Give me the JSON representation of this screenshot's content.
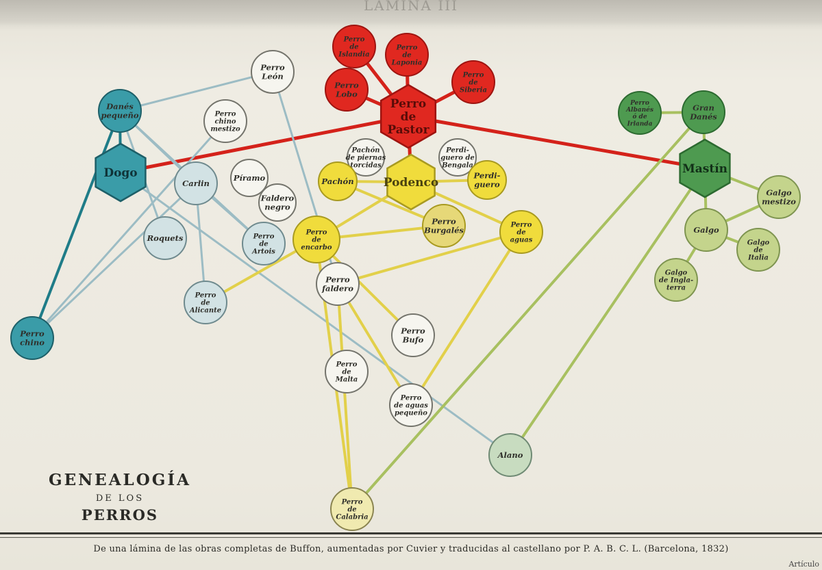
{
  "header": {
    "plate_number": "LÁMINA III"
  },
  "title": {
    "line1": "GENEALOGÍA",
    "line2": "DE LOS",
    "line3": "PERROS"
  },
  "caption": "De una lámina de las obras completas de Buffon, aumentadas por Cuvier y traducidas al castellano por P. A. B. C. L. (Barcelona, 1832)",
  "corner_text": "Artículo",
  "colors": {
    "red": "#e02820",
    "red_dark": "#9e1410",
    "yellow": "#f0dc3c",
    "yellow_dark": "#a89a20",
    "teal": "#3a9ca8",
    "teal_dark": "#1d5f68",
    "green": "#4e9a50",
    "green_dark": "#2c6a30",
    "light_green": "#c4d48c",
    "pale": "#f6f5ef",
    "pale_blue": "#d2e2e4",
    "line_red": "#d4221a",
    "line_yellow": "#e2d04a",
    "line_blue": "#9cbcc4",
    "line_teal": "#1f7c88",
    "line_green": "#a8c060"
  },
  "nodes": [
    {
      "id": "perro-pastor",
      "label": [
        "Perro",
        "de",
        "Pastor"
      ],
      "shape": "hexagon",
      "color": "red"
    },
    {
      "id": "perro-islandia",
      "label": [
        "Perro",
        "de",
        "Islandia"
      ],
      "shape": "circle",
      "color": "red"
    },
    {
      "id": "perro-laponia",
      "label": [
        "Perro",
        "de",
        "Laponia"
      ],
      "shape": "circle",
      "color": "red"
    },
    {
      "id": "perro-lobo",
      "label": [
        "Perro",
        "Lobo"
      ],
      "shape": "circle",
      "color": "red"
    },
    {
      "id": "perro-siberia",
      "label": [
        "Perro",
        "de",
        "Siberia"
      ],
      "shape": "circle",
      "color": "red"
    },
    {
      "id": "dogo",
      "label": [
        "Dogo"
      ],
      "shape": "hexagon",
      "color": "teal"
    },
    {
      "id": "danes-pequeno",
      "label": [
        "Danés",
        "pequeño"
      ],
      "shape": "circle",
      "color": "teal"
    },
    {
      "id": "perro-chino",
      "label": [
        "Perro",
        "chino"
      ],
      "shape": "circle",
      "color": "teal"
    },
    {
      "id": "perro-leon",
      "label": [
        "Perro",
        "León"
      ],
      "shape": "circle",
      "color": "pale"
    },
    {
      "id": "perro-chino-mestizo",
      "label": [
        "Perro",
        "chino",
        "mestizo"
      ],
      "shape": "circle",
      "color": "pale"
    },
    {
      "id": "carlin",
      "label": [
        "Carlin"
      ],
      "shape": "circle",
      "color": "pale_blue"
    },
    {
      "id": "roquets",
      "label": [
        "Roquets"
      ],
      "shape": "circle",
      "color": "pale_blue"
    },
    {
      "id": "piramo",
      "label": [
        "Píramo"
      ],
      "shape": "circle",
      "color": "pale"
    },
    {
      "id": "faldero-negro",
      "label": [
        "Faldero",
        "negro"
      ],
      "shape": "circle",
      "color": "pale"
    },
    {
      "id": "perro-artois",
      "label": [
        "Perro",
        "de",
        "Artois"
      ],
      "shape": "circle",
      "color": "pale_blue"
    },
    {
      "id": "perro-alicante",
      "label": [
        "Perro",
        "de",
        "Alicante"
      ],
      "shape": "circle",
      "color": "pale_blue"
    },
    {
      "id": "podenco",
      "label": [
        "Podenco"
      ],
      "shape": "hexagon",
      "color": "yellow"
    },
    {
      "id": "pachon-piernas",
      "label": [
        "Pachón",
        "de piernas",
        "torcidas"
      ],
      "shape": "circle",
      "color": "pale"
    },
    {
      "id": "perdiguero-bengala",
      "label": [
        "Perdi-",
        "guero de",
        "Bengala"
      ],
      "shape": "circle",
      "color": "pale"
    },
    {
      "id": "pachon",
      "label": [
        "Pachón"
      ],
      "shape": "circle",
      "color": "yellow"
    },
    {
      "id": "perdiguero",
      "label": [
        "Perdi-",
        "guero"
      ],
      "shape": "circle",
      "color": "yellow"
    },
    {
      "id": "perro-burgales",
      "label": [
        "Perro",
        "Burgalés"
      ],
      "shape": "circle",
      "color": "yellow_soft"
    },
    {
      "id": "perro-encarbo",
      "label": [
        "Perro",
        "de",
        "encarbo"
      ],
      "shape": "circle",
      "color": "yellow"
    },
    {
      "id": "perro-aguas",
      "label": [
        "Perro",
        "de",
        "aguas"
      ],
      "shape": "circle",
      "color": "yellow"
    },
    {
      "id": "perro-faldero",
      "label": [
        "Perro",
        "faldero"
      ],
      "shape": "circle",
      "color": "pale"
    },
    {
      "id": "perro-bufo",
      "label": [
        "Perro",
        "Bufo"
      ],
      "shape": "circle",
      "color": "pale"
    },
    {
      "id": "perro-malta",
      "label": [
        "Perro",
        "de",
        "Malta"
      ],
      "shape": "circle",
      "color": "pale"
    },
    {
      "id": "perro-aguas-pequeno",
      "label": [
        "Perro",
        "de aguas",
        "pequeño"
      ],
      "shape": "circle",
      "color": "pale"
    },
    {
      "id": "perro-calabria",
      "label": [
        "Perro",
        "de",
        "Calabria"
      ],
      "shape": "circle",
      "color": "pale_yellow"
    },
    {
      "id": "alano",
      "label": [
        "Alano"
      ],
      "shape": "circle",
      "color": "blue_yellow"
    },
    {
      "id": "mastin",
      "label": [
        "Mastín"
      ],
      "shape": "hexagon",
      "color": "green"
    },
    {
      "id": "perro-albanes",
      "label": [
        "Perro",
        "Albanés",
        "ó de",
        "Irlanda"
      ],
      "shape": "circle",
      "color": "green"
    },
    {
      "id": "gran-danes",
      "label": [
        "Gran",
        "Danés"
      ],
      "shape": "circle",
      "color": "green"
    },
    {
      "id": "galgo-mestizo",
      "label": [
        "Galgo",
        "mestizo"
      ],
      "shape": "circle",
      "color": "light_green"
    },
    {
      "id": "galgo",
      "label": [
        "Galgo"
      ],
      "shape": "circle",
      "color": "light_green"
    },
    {
      "id": "galgo-italia",
      "label": [
        "Galgo",
        "de",
        "Italia"
      ],
      "shape": "circle",
      "color": "light_green"
    },
    {
      "id": "galgo-inglaterra",
      "label": [
        "Galgo",
        "de Ingla-",
        "terra"
      ],
      "shape": "circle",
      "color": "light_green"
    }
  ],
  "edges": [
    {
      "from": "perro-pastor",
      "to": "perro-islandia",
      "color": "line_red"
    },
    {
      "from": "perro-pastor",
      "to": "perro-laponia",
      "color": "line_red"
    },
    {
      "from": "perro-pastor",
      "to": "perro-lobo",
      "color": "line_red"
    },
    {
      "from": "perro-pastor",
      "to": "perro-siberia",
      "color": "line_red"
    },
    {
      "from": "perro-pastor",
      "to": "dogo",
      "color": "line_red"
    },
    {
      "from": "perro-pastor",
      "to": "mastin",
      "color": "line_red"
    },
    {
      "from": "perro-pastor",
      "to": "podenco",
      "color": "line_red"
    },
    {
      "from": "dogo",
      "to": "danes-pequeno",
      "color": "line_teal"
    },
    {
      "from": "danes-pequeno",
      "to": "perro-chino",
      "color": "line_teal"
    },
    {
      "from": "danes-pequeno",
      "to": "perro-leon",
      "color": "line_blue"
    },
    {
      "from": "danes-pequeno",
      "to": "carlin",
      "color": "line_blue"
    },
    {
      "from": "danes-pequeno",
      "to": "roquets",
      "color": "line_blue"
    },
    {
      "from": "danes-pequeno",
      "to": "perro-artois",
      "color": "line_blue"
    },
    {
      "from": "perro-chino",
      "to": "perro-chino-mestizo",
      "color": "line_blue"
    },
    {
      "from": "perro-chino",
      "to": "carlin",
      "color": "line_blue"
    },
    {
      "from": "dogo",
      "to": "alano",
      "color": "line_blue"
    },
    {
      "from": "carlin",
      "to": "perro-artois",
      "color": "line_blue"
    },
    {
      "from": "carlin",
      "to": "perro-alicante",
      "color": "line_blue"
    },
    {
      "from": "perro-leon",
      "to": "perro-faldero",
      "color": "line_blue"
    },
    {
      "from": "podenco",
      "to": "pachon",
      "color": "line_yellow"
    },
    {
      "from": "podenco",
      "to": "perdiguero",
      "color": "line_yellow"
    },
    {
      "from": "podenco",
      "to": "perro-encarbo",
      "color": "line_yellow"
    },
    {
      "from": "podenco",
      "to": "perro-aguas",
      "color": "line_yellow"
    },
    {
      "from": "pachon",
      "to": "perro-burgales",
      "color": "line_yellow"
    },
    {
      "from": "perro-encarbo",
      "to": "perro-burgales",
      "color": "line_yellow"
    },
    {
      "from": "perro-encarbo",
      "to": "perro-alicante",
      "color": "line_yellow"
    },
    {
      "from": "perro-encarbo",
      "to": "perro-calabria",
      "color": "line_yellow"
    },
    {
      "from": "perro-encarbo",
      "to": "perro-bufo",
      "color": "line_yellow"
    },
    {
      "from": "perro-aguas",
      "to": "perro-faldero",
      "color": "line_yellow"
    },
    {
      "from": "perro-aguas",
      "to": "perro-aguas-pequeno",
      "color": "line_yellow"
    },
    {
      "from": "perro-faldero",
      "to": "perro-aguas-pequeno",
      "color": "line_yellow"
    },
    {
      "from": "perro-faldero",
      "to": "perro-calabria",
      "color": "line_yellow"
    },
    {
      "from": "mastin",
      "to": "gran-danes",
      "color": "line_green"
    },
    {
      "from": "perro-albanes",
      "to": "gran-danes",
      "color": "line_green"
    },
    {
      "from": "mastin",
      "to": "galgo",
      "color": "line_green"
    },
    {
      "from": "mastin",
      "to": "galgo-mestizo",
      "color": "line_green"
    },
    {
      "from": "galgo",
      "to": "galgo-mestizo",
      "color": "line_green"
    },
    {
      "from": "galgo",
      "to": "galgo-italia",
      "color": "line_green"
    },
    {
      "from": "galgo",
      "to": "galgo-inglaterra",
      "color": "line_green"
    },
    {
      "from": "mastin",
      "to": "alano",
      "color": "line_green"
    },
    {
      "from": "gran-danes",
      "to": "perro-calabria",
      "color": "line_green"
    }
  ]
}
